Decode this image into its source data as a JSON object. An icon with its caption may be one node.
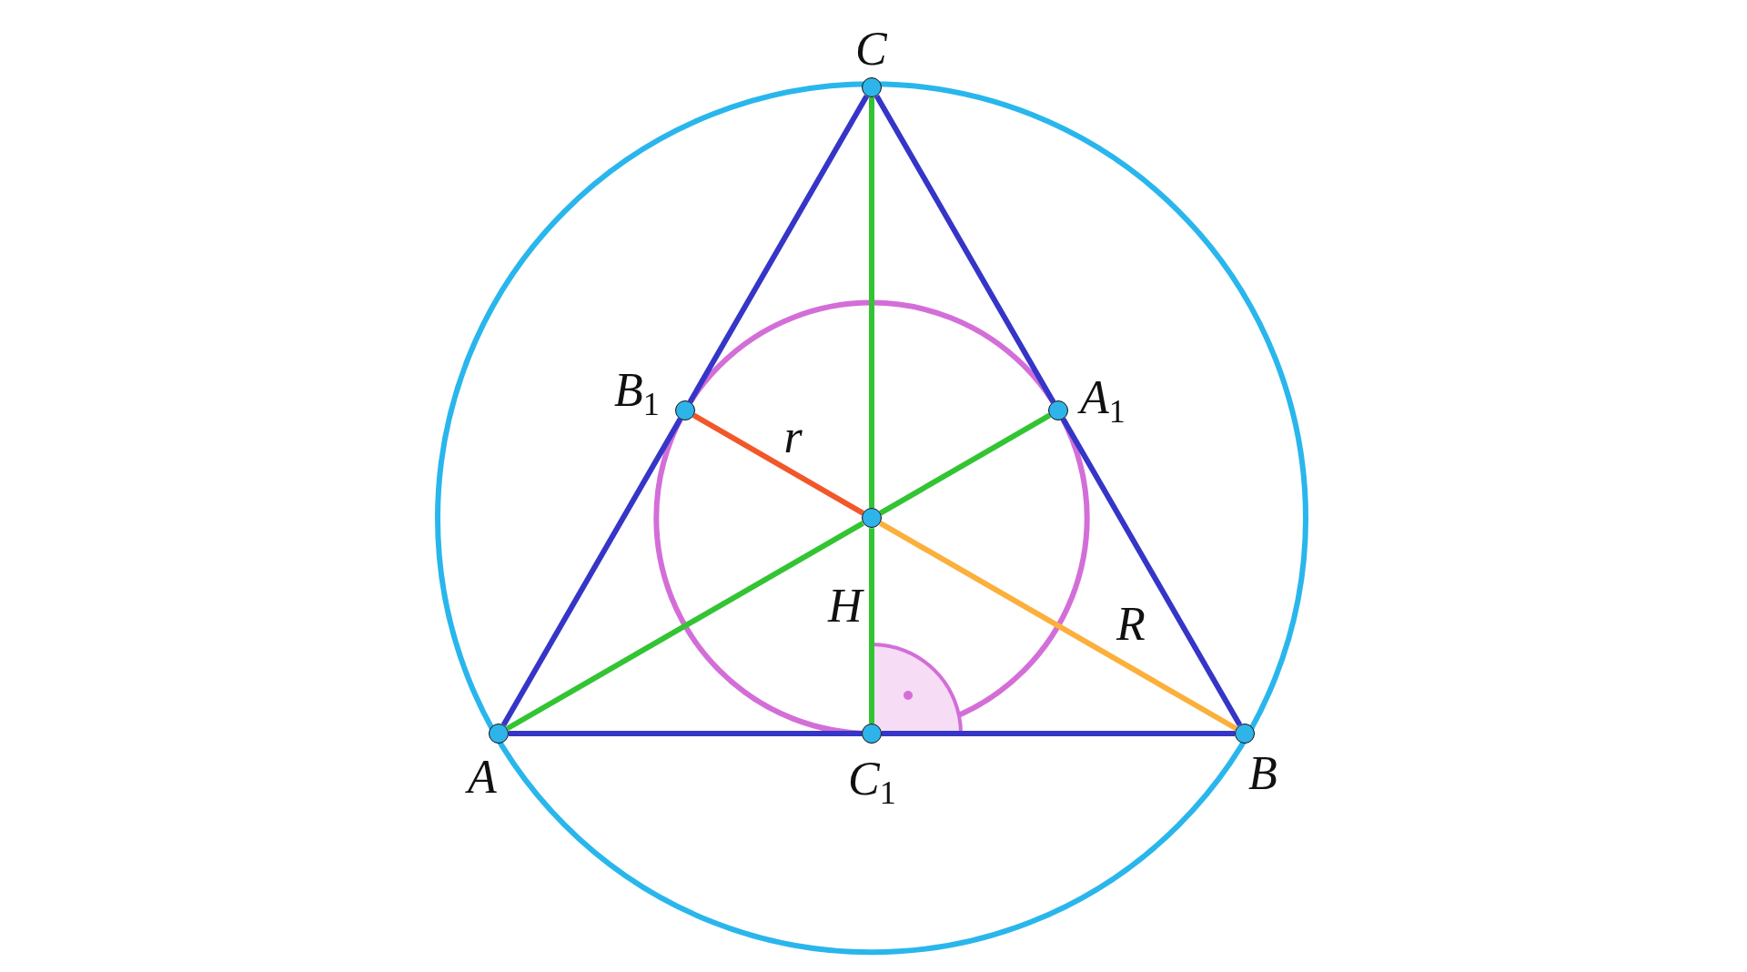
{
  "diagram": {
    "nodes": [
      {
        "text": [],
        "shape": "circle",
        "beside": [
          "C"
        ]
      },
      {
        "text": [],
        "shape": "circle",
        "beside": [
          "B$_{1}$"
        ]
      },
      {
        "text": [],
        "shape": "circle",
        "beside": [
          "A$_{1}$"
        ]
      },
      {
        "text": [],
        "shape": "circle"
      },
      {
        "text": [],
        "shape": "circle",
        "beside": [
          "A"
        ]
      },
      {
        "text": [],
        "shape": "circle",
        "beside": [
          "C$_{1}$"
        ]
      },
      {
        "text": [],
        "shape": "circle",
        "beside": [
          "B"
        ]
      }
    ],
    "edges": [
      {
        "from": 4,
        "to": 5,
        "arrow": "none"
      },
      {
        "from": 5,
        "to": 6,
        "arrow": "none"
      },
      {
        "from": 6,
        "to": 2,
        "arrow": "none"
      },
      {
        "from": 2,
        "to": 0,
        "arrow": "none"
      },
      {
        "from": 0,
        "to": 1,
        "arrow": "none"
      },
      {
        "from": 1,
        "to": 4,
        "arrow": "none"
      },
      {
        "from": 0,
        "to": 3,
        "arrow": "none",
        "color": "#33c433"
      },
      {
        "from": 3,
        "to": 5,
        "arrow": "none",
        "color": "#33c433",
        "label": "H"
      },
      {
        "from": 4,
        "to": 3,
        "arrow": "none",
        "color": "#33c433"
      },
      {
        "from": 3,
        "to": 2,
        "arrow": "none",
        "color": "#33c433"
      },
      {
        "from": 1,
        "to": 3,
        "arrow": "none",
        "color": "#f2572a",
        "label": "r"
      },
      {
        "from": 3,
        "to": 6,
        "arrow": "none",
        "color": "#fbb03b",
        "label": "R"
      }
    ]
  }
}
